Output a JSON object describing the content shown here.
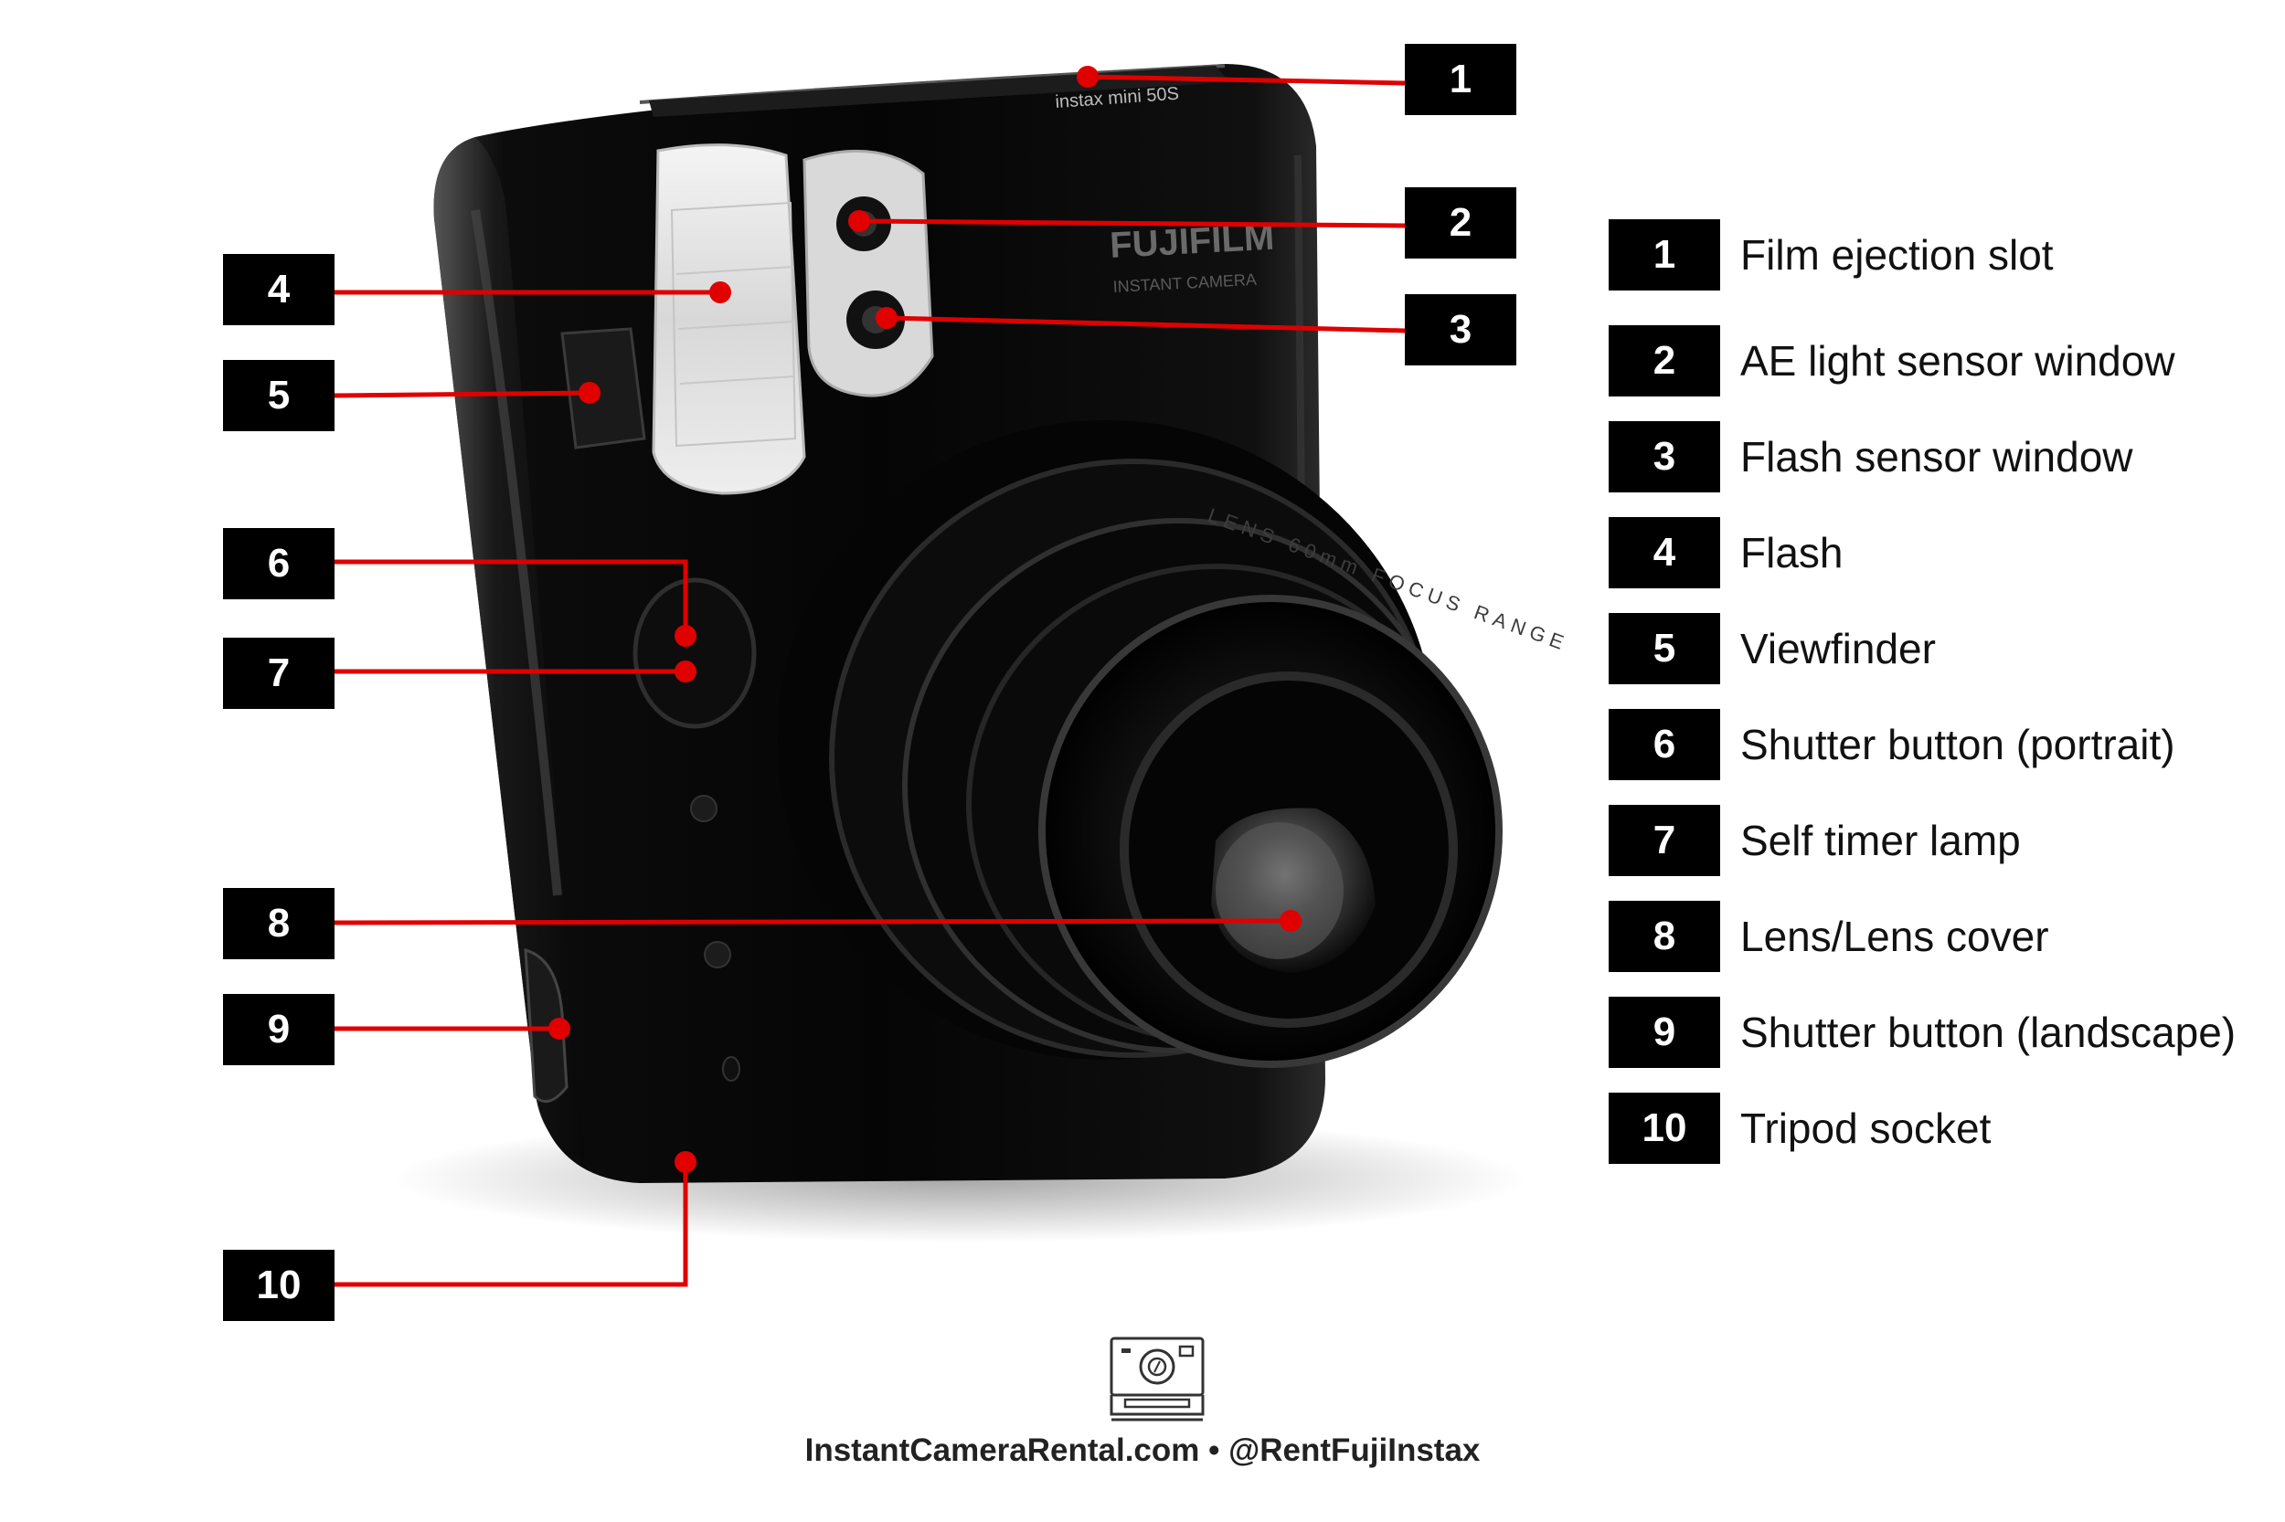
{
  "callouts": [
    {
      "num": "1",
      "label": "Film ejection slot"
    },
    {
      "num": "2",
      "label": "AE light sensor window"
    },
    {
      "num": "3",
      "label": "Flash sensor window"
    },
    {
      "num": "4",
      "label": "Flash"
    },
    {
      "num": "5",
      "label": "Viewfinder"
    },
    {
      "num": "6",
      "label": "Shutter button (portrait)"
    },
    {
      "num": "7",
      "label": "Self timer lamp"
    },
    {
      "num": "8",
      "label": "Lens/Lens cover"
    },
    {
      "num": "9",
      "label": "Shutter button (landscape)"
    },
    {
      "num": "10",
      "label": "Tripod socket"
    }
  ],
  "camera": {
    "model_text": "instax mini 50S",
    "brand_text": "FUJIFILM",
    "sub_brand_text": "INSTANT CAMERA",
    "lens_ring_text": "LENS 60mm FOCUS RANGE"
  },
  "footer": {
    "text": "InstantCameraRental.com • @RentFujiInstax",
    "icon": "instant-camera-icon"
  },
  "colors": {
    "callout_line": "#e00000",
    "callout_box": "#000000",
    "camera_body": "#0a0a0a"
  }
}
